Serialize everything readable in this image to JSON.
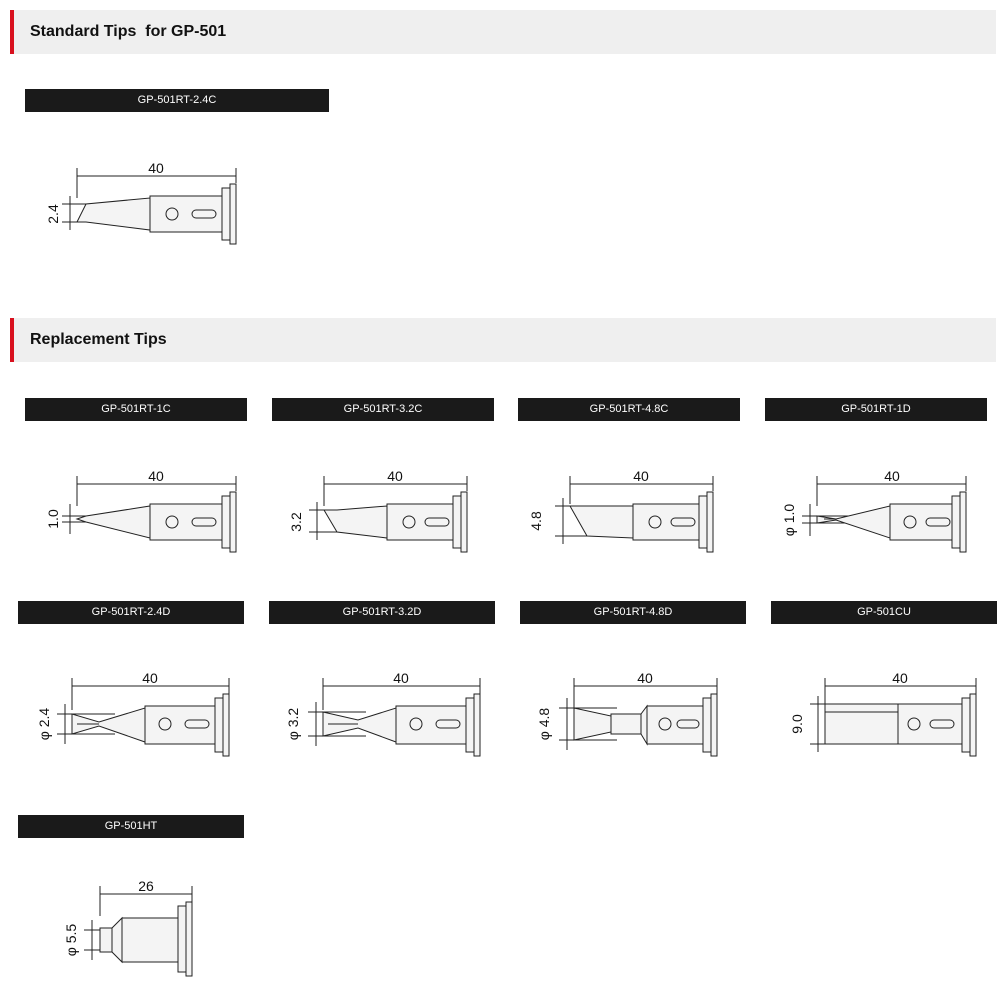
{
  "sections": {
    "standard_title": "Standard Tips  for GP-501",
    "replacement_title": "Replacement Tips"
  },
  "standard_tips": [
    {
      "label": "GP-501RT-2.4C",
      "length": "40",
      "size": "2.4"
    }
  ],
  "replacement_tips": [
    {
      "label": "GP-501RT-1C",
      "length": "40",
      "size": "1.0"
    },
    {
      "label": "GP-501RT-3.2C",
      "length": "40",
      "size": "3.2"
    },
    {
      "label": "GP-501RT-4.8C",
      "length": "40",
      "size": "4.8"
    },
    {
      "label": "GP-501RT-1D",
      "length": "40",
      "size": "φ 1.0"
    },
    {
      "label": "GP-501RT-2.4D",
      "length": "40",
      "size": "φ 2.4"
    },
    {
      "label": "GP-501RT-3.2D",
      "length": "40",
      "size": "φ 3.2"
    },
    {
      "label": "GP-501RT-4.8D",
      "length": "40",
      "size": "φ 4.8"
    },
    {
      "label": "GP-501CU",
      "length": "40",
      "size": "9.0"
    },
    {
      "label": "GP-501HT",
      "length": "26",
      "size": "φ 5.5"
    }
  ]
}
